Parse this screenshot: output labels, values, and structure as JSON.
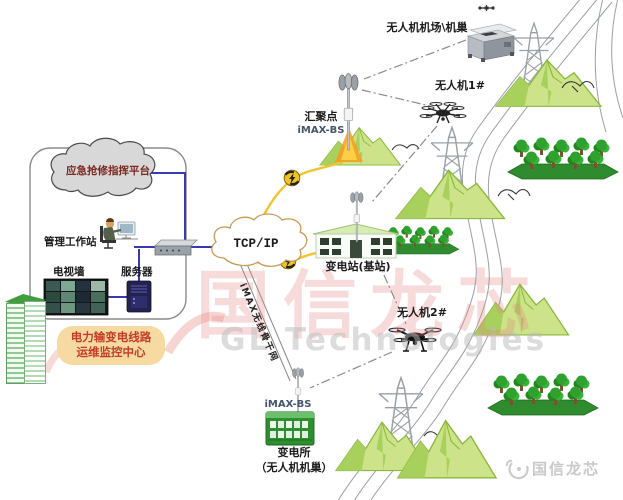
{
  "watermark": {
    "cn": "国信龙芯",
    "en": "GL Technologies"
  },
  "footer_logo": {
    "text": "国信龙芯"
  },
  "control_center": {
    "platform": "应急抢修指挥平台",
    "workstation": "管理工作站",
    "tv_wall": "电视墙",
    "server": "服务器",
    "caption_line1": "电力输变电线路",
    "caption_line2": "运维监控中心"
  },
  "network": {
    "internet": "TCP/IP",
    "backbone": "iMAX无线骨干网"
  },
  "field": {
    "drone_dock": "无人机机场\\机巢",
    "drone1": "无人机1#",
    "aggregation_point": "汇聚点",
    "aggregation_bs": "iMAX-BS",
    "substation_base": "变电站(基站)",
    "drone2": "无人机2#",
    "field_bs": "iMAX-BS",
    "substation": "变电所",
    "substation_note": "（无人机机巢）"
  },
  "colors": {
    "wired_link": "#3a3ab0",
    "wireless_link": "#f4c430",
    "patrol_dash": "#8a8a8a",
    "caption_bg": "#f7d9a2",
    "caption_text": "#c33d24"
  }
}
